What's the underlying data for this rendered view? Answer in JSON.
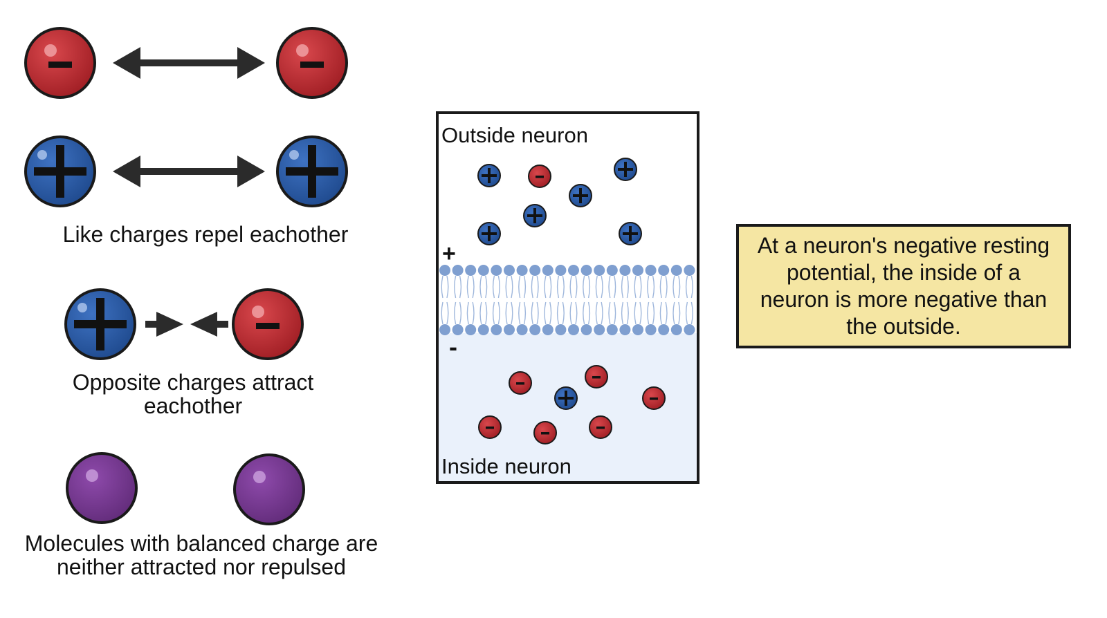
{
  "labels": {
    "like_charges": "Like charges repel eachother",
    "opposite_line1": "Opposite charges attract",
    "opposite_line2": "eachother",
    "balanced_line1": "Molecules with balanced charge are",
    "balanced_line2": "neither attracted nor repulsed"
  },
  "neuron_panel": {
    "outside_label": "Outside neuron",
    "inside_label": "Inside neuron",
    "outside_sign": "+",
    "inside_sign": "-"
  },
  "callout": {
    "text": "At a neuron's negative resting potential, the inside of a neuron is more negative than the outside."
  },
  "colors": {
    "negative_ion": "#c0272d",
    "positive_ion": "#2c5ba8",
    "neutral_molecule": "#7a3b94",
    "arrow": "#2b2b2b",
    "membrane": "#7f9fd0",
    "inside_fill": "#eaf1fb",
    "callout_fill": "#f5e6a3"
  },
  "icons": [
    "negative-ion-icon",
    "positive-ion-icon",
    "neutral-molecule-icon",
    "double-arrow-icon",
    "attract-arrows-icon",
    "phospholipid-membrane-icon"
  ]
}
